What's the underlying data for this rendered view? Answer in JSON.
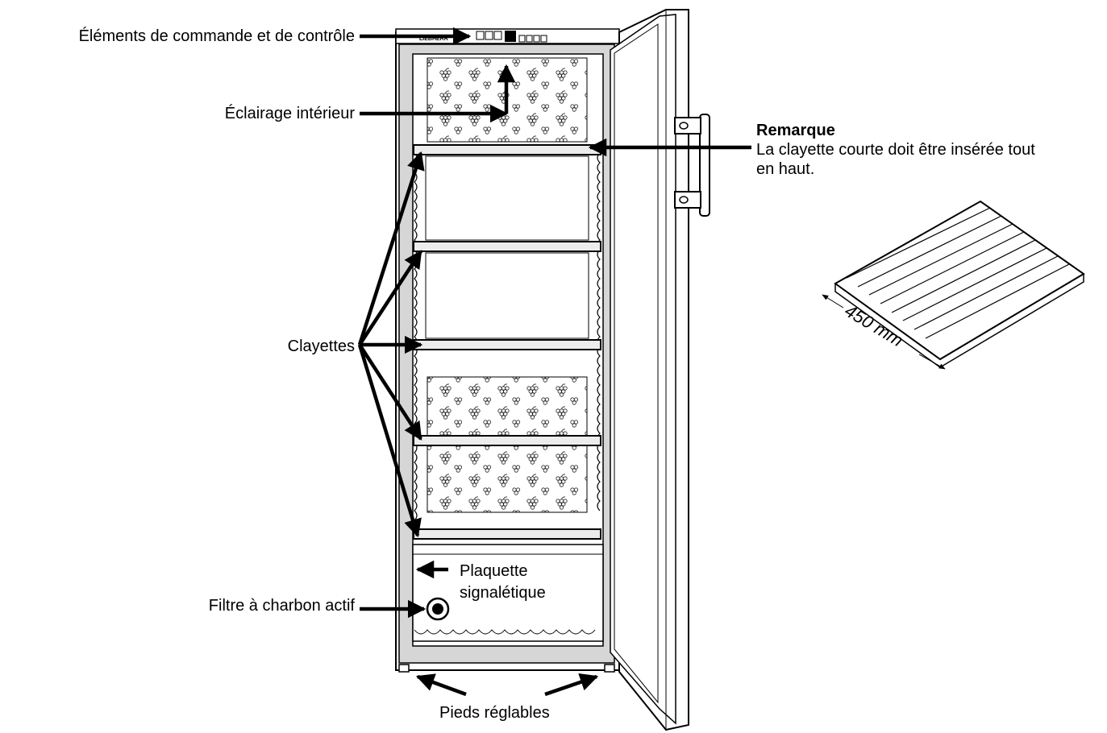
{
  "labels": {
    "controls": "Éléments de commande et de contrôle",
    "lighting": "Éclairage intérieur",
    "shelves": "Clayettes",
    "filter": "Filtre à charbon actif",
    "plate_line1": "Plaquette",
    "plate_line2": "signalétique",
    "feet": "Pieds réglables"
  },
  "note": {
    "title": "Remarque",
    "line1": "La clayette courte doit être insérée tout",
    "line2": "en haut."
  },
  "dimension": "450 mm",
  "brand": "LIEBHERR",
  "colors": {
    "line": "#000000",
    "shelf": "#e8e8e8",
    "cabinet": "#d9d9d9",
    "background": "#ffffff"
  }
}
